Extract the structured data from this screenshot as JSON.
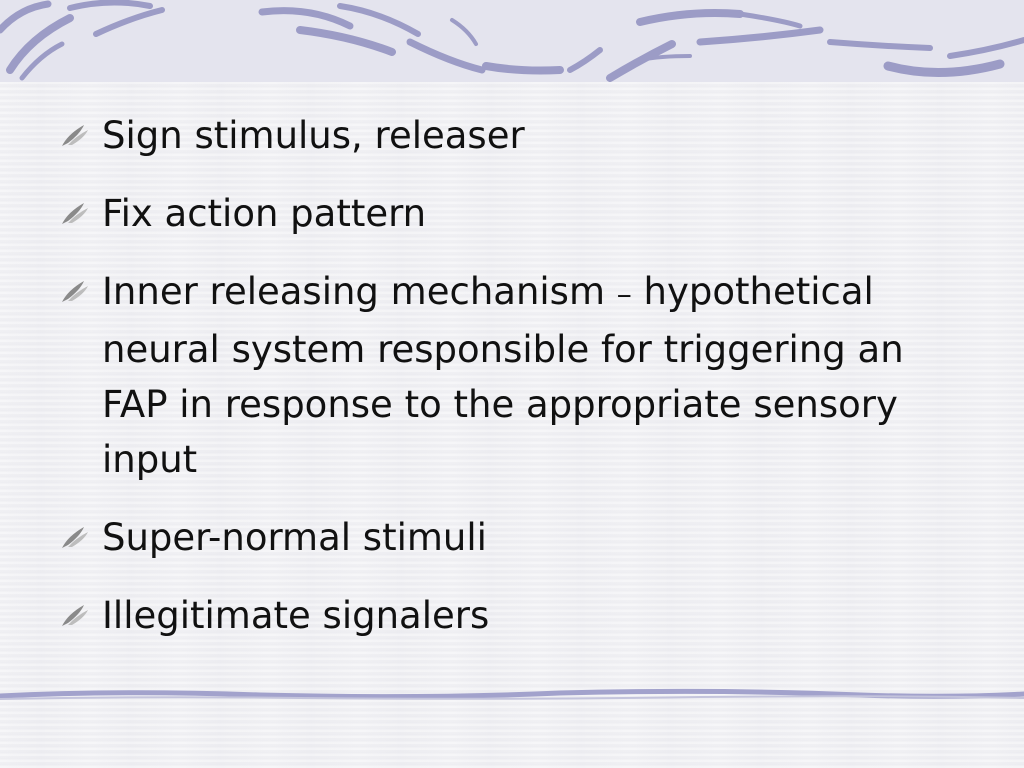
{
  "slide": {
    "bullets": [
      {
        "text": "Sign stimulus, releaser"
      },
      {
        "text": "Fix action pattern"
      },
      {
        "text_before": "Inner releasing mechanism ",
        "dash": "–",
        "text_after": " hypothetical neural system responsible for triggering an FAP in response to the appropriate sensory input"
      },
      {
        "text": "Super-normal stimuli"
      },
      {
        "text": "Illegitimate signalers"
      }
    ]
  },
  "theme": {
    "accent": "#9a9ac8",
    "header_band": "#e4e4ee",
    "background": "#f1f1f4",
    "text": "#111111"
  },
  "icons": {
    "bullet": "feather-bullet-icon",
    "header": "blue-brush-strokes-decoration"
  }
}
